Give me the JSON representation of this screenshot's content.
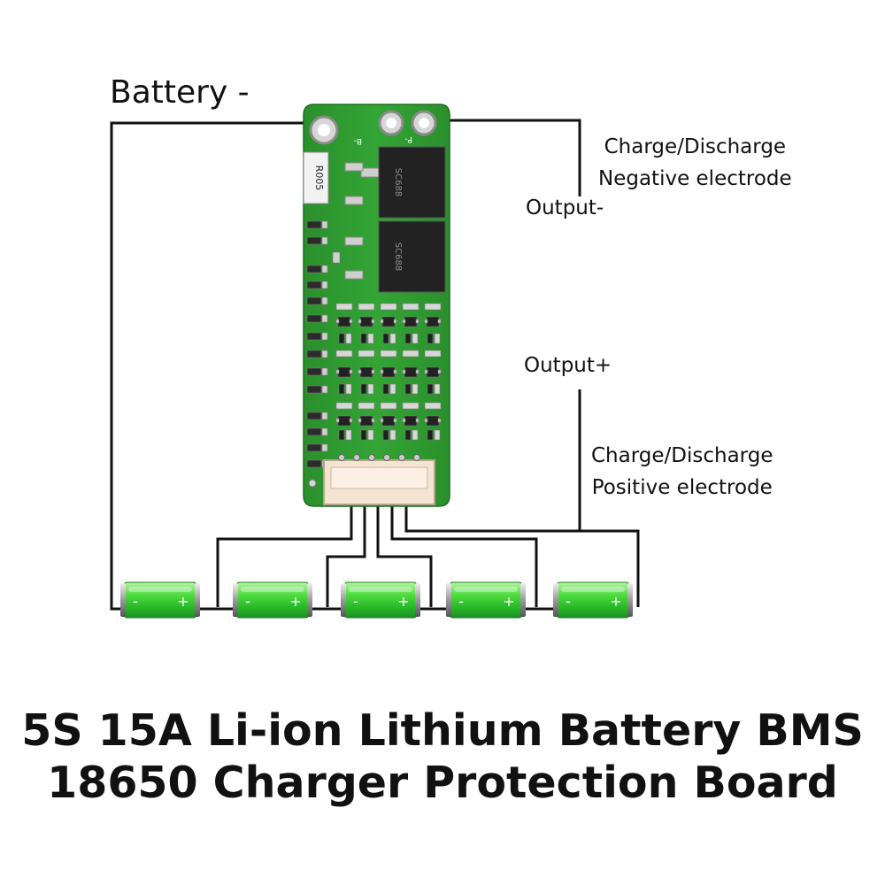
{
  "labels": {
    "battery_minus": "Battery -",
    "charge_neg_line1": "Charge/Discharge",
    "charge_neg_line2": "Negative electrode",
    "output_neg": "Output-",
    "output_pos": "Output+",
    "charge_pos_line1": "Charge/Discharge",
    "charge_pos_line2": "Positive electrode"
  },
  "board": {
    "pad_b_minus": "B-",
    "pad_p_minus": "P-",
    "resistor": "R005",
    "mosfet_1": "SC688",
    "mosfet_2": "SC688"
  },
  "cells": [
    {
      "minus": "-",
      "plus": "+"
    },
    {
      "minus": "-",
      "plus": "+"
    },
    {
      "minus": "-",
      "plus": "+"
    },
    {
      "minus": "-",
      "plus": "+"
    },
    {
      "minus": "-",
      "plus": "+"
    }
  ],
  "title": {
    "line1": "5S 15A Li-ion Lithium Battery BMS",
    "line2": "18650 Charger Protection Board"
  },
  "colors": {
    "pcb": "#2e9b2e",
    "cell_green": "#3fd13a",
    "wire": "#111111"
  }
}
